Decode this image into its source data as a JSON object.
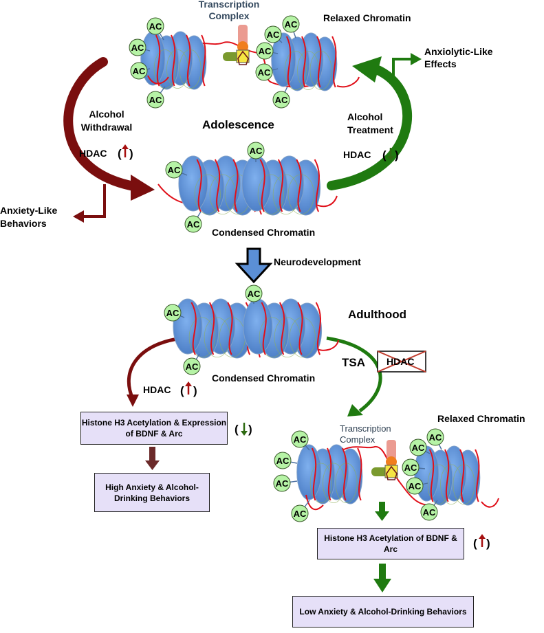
{
  "colors": {
    "nucleosome": "#5b8fd6",
    "dna": "#e0101a",
    "acetyl_fill": "#b6f3a6",
    "withdrawal_arrow": "#7a0e0e",
    "treatment_arrow": "#1f7a10",
    "box_fill": "#e6e0f8",
    "up_arrow": "#a61010",
    "down_arrow": "#2e6a12"
  },
  "acetyl_label": "AC",
  "top": {
    "transcription_complex": "Transcription Complex",
    "relaxed_chromatin": "Relaxed Chromatin",
    "anxiolytic_effects": "Anxiolytic-Like Effects",
    "alcohol_withdrawal": "Alcohol Withdrawal",
    "hdac_up": "HDAC",
    "alcohol_treatment": "Alcohol Treatment",
    "hdac_down": "HDAC",
    "adolescence": "Adolescence",
    "anxiety_behaviors": "Anxiety-Like Behaviors",
    "condensed_chromatin": "Condensed Chromatin"
  },
  "middle": {
    "neurodevelopment": "Neurodevelopment",
    "adulthood": "Adulthood",
    "hdac_up": "HDAC",
    "tsa": "TSA",
    "hdac_crossed": "HDAC",
    "condensed_chromatin": "Condensed Chromatin"
  },
  "bottom_left": {
    "box1": "Histone H3 Acetylation & Expression of BDNF & Arc",
    "box2": "High Anxiety & Alcohol-Drinking Behaviors"
  },
  "bottom_right": {
    "relaxed_chromatin": "Relaxed Chromatin",
    "transcription_complex": "Transcription Complex",
    "box1": "Histone H3 Acetylation of BDNF & Arc",
    "box2": "Low Anxiety & Alcohol-Drinking Behaviors"
  }
}
